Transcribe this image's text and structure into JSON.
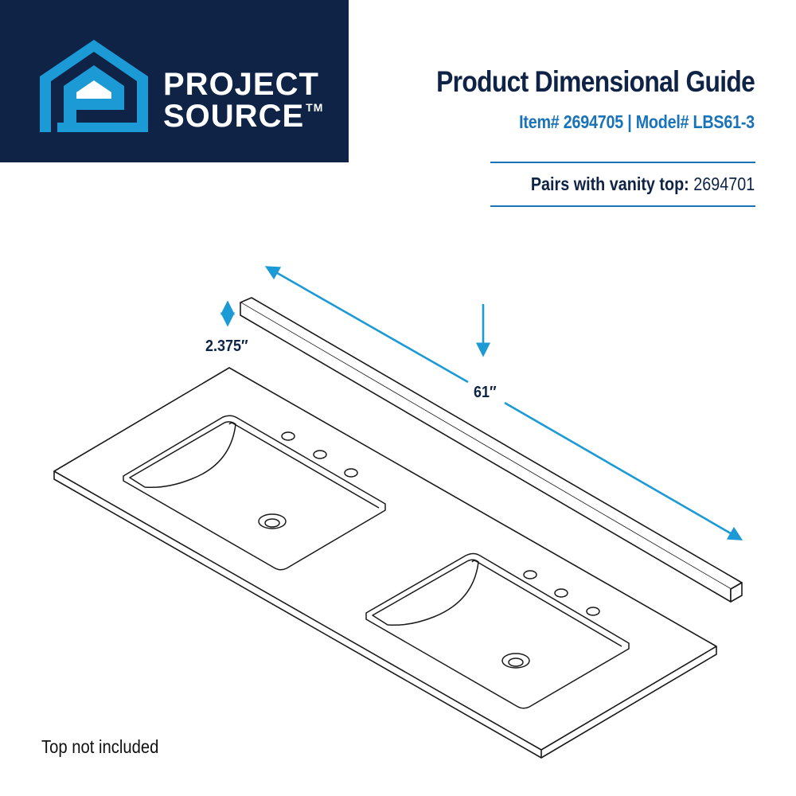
{
  "brand": {
    "line1": "PROJECT",
    "line2": "SOURCE",
    "trademark": "TM",
    "colors": {
      "panel": "#0f2347",
      "accent": "#1c9ad6"
    }
  },
  "header": {
    "title": "Product Dimensional Guide",
    "item_line": "Item# 2694705 | Model# LBS61-3",
    "pairs_label": "Pairs with vanity top:",
    "pairs_value": "2694701"
  },
  "dimensions": {
    "height": "2.375″",
    "width": "61″"
  },
  "footnote": "Top not included",
  "colors": {
    "navy": "#0f2347",
    "blue": "#1a73b8",
    "dimension_arrow": "#1c9ad6",
    "line_art": "#1a1a1a"
  }
}
